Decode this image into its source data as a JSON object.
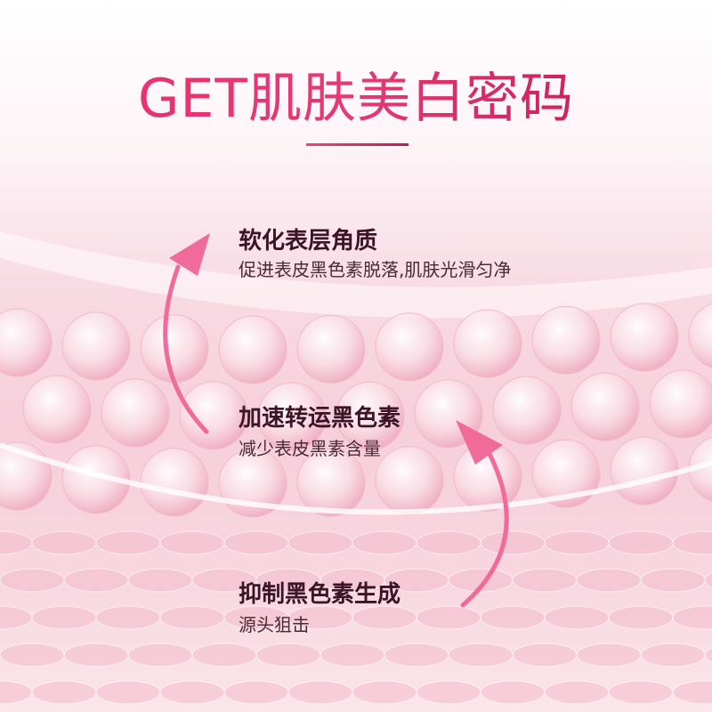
{
  "title": "GET肌肤美白密码",
  "features": [
    {
      "heading": "软化表层角质",
      "desc": "促进表皮黑色素脱落,肌肤光滑匀净"
    },
    {
      "heading": "加速转运黑色素",
      "desc": "减少表皮黑素含量"
    },
    {
      "heading": "抑制黑色素生成",
      "desc": "源头狙击"
    }
  ],
  "colors": {
    "accent": "#e8336f",
    "heading": "#3b1426",
    "arrow": "#f06b9a"
  }
}
